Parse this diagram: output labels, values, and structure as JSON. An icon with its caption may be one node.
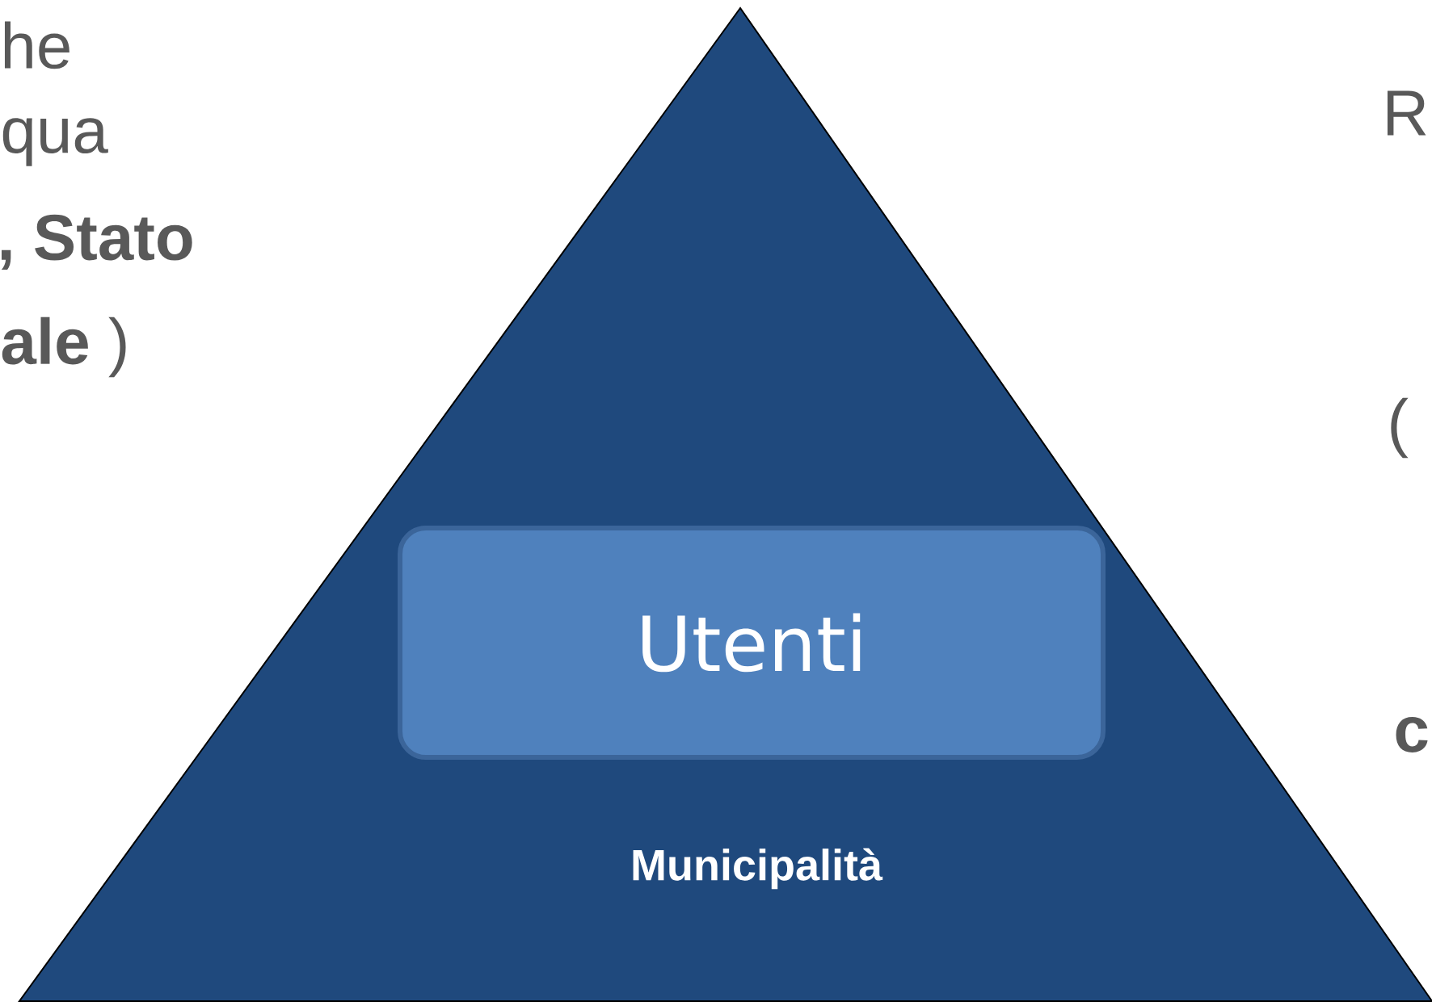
{
  "diagram": {
    "nodes": [
      {
        "text": [
          "Municipalità"
        ]
      },
      {
        "text": [
          "Utenti"
        ],
        "in": 0
      }
    ],
    "labels": [
      "he",
      "qua",
      ", Stato",
      "**ale** )",
      "R",
      "(",
      "c"
    ]
  }
}
